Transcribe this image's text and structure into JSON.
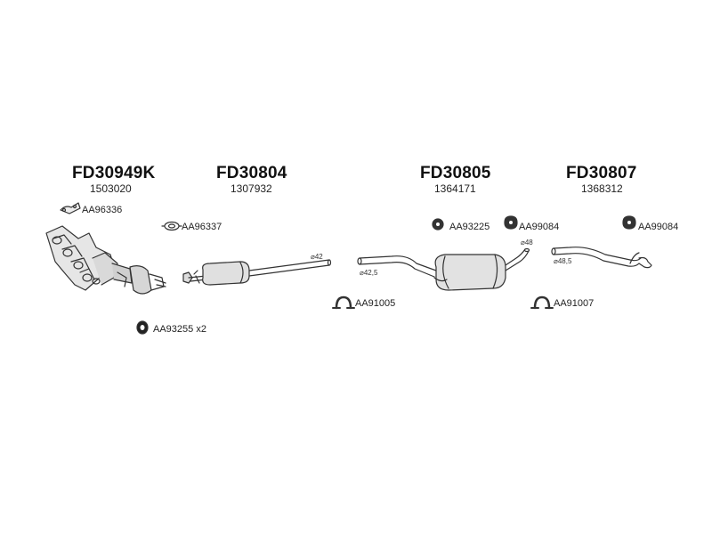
{
  "parts": [
    {
      "code": "FD30949K",
      "oem": "1503020"
    },
    {
      "code": "FD30804",
      "oem": "1307932"
    },
    {
      "code": "FD30805",
      "oem": "1364171"
    },
    {
      "code": "FD30807",
      "oem": "1368312"
    }
  ],
  "accessories": [
    {
      "ref": "AA96336"
    },
    {
      "ref": "AA96337"
    },
    {
      "ref": "AA93255 x2"
    },
    {
      "ref": "AA93225"
    },
    {
      "ref": "AA99084"
    },
    {
      "ref": "AA91005"
    },
    {
      "ref": "AA99084"
    },
    {
      "ref": "AA91007"
    }
  ],
  "diameters": [
    {
      "label": "⌀42"
    },
    {
      "label": "⌀42,5"
    },
    {
      "label": "⌀48"
    },
    {
      "label": "⌀48,5"
    }
  ],
  "colors": {
    "line": "#333333",
    "fill": "#dddddd",
    "dark": "#222222"
  }
}
